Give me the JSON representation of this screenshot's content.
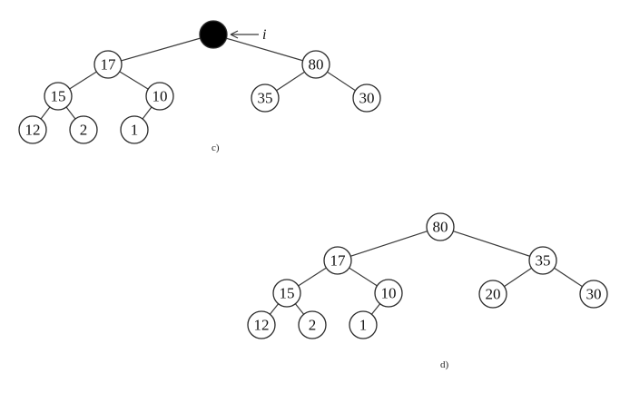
{
  "diagrams": [
    {
      "caption": "c)",
      "pointer_label": "i",
      "nodes": [
        {
          "id": "c-root",
          "label": "",
          "filled": true
        },
        {
          "id": "c-17",
          "label": "17"
        },
        {
          "id": "c-80",
          "label": "80"
        },
        {
          "id": "c-15",
          "label": "15"
        },
        {
          "id": "c-10",
          "label": "10"
        },
        {
          "id": "c-35",
          "label": "35"
        },
        {
          "id": "c-30",
          "label": "30"
        },
        {
          "id": "c-12",
          "label": "12"
        },
        {
          "id": "c-2",
          "label": "2"
        },
        {
          "id": "c-1",
          "label": "1"
        }
      ],
      "edges": [
        [
          "c-root",
          "c-17"
        ],
        [
          "c-root",
          "c-80"
        ],
        [
          "c-17",
          "c-15"
        ],
        [
          "c-17",
          "c-10"
        ],
        [
          "c-80",
          "c-35"
        ],
        [
          "c-80",
          "c-30"
        ],
        [
          "c-15",
          "c-12"
        ],
        [
          "c-15",
          "c-2"
        ],
        [
          "c-10",
          "c-1"
        ]
      ]
    },
    {
      "caption": "d)",
      "nodes": [
        {
          "id": "d-80",
          "label": "80"
        },
        {
          "id": "d-17",
          "label": "17"
        },
        {
          "id": "d-35",
          "label": "35"
        },
        {
          "id": "d-15",
          "label": "15"
        },
        {
          "id": "d-10",
          "label": "10"
        },
        {
          "id": "d-20",
          "label": "20"
        },
        {
          "id": "d-30",
          "label": "30"
        },
        {
          "id": "d-12",
          "label": "12"
        },
        {
          "id": "d-2",
          "label": "2"
        },
        {
          "id": "d-1",
          "label": "1"
        }
      ],
      "edges": [
        [
          "d-80",
          "d-17"
        ],
        [
          "d-80",
          "d-35"
        ],
        [
          "d-17",
          "d-15"
        ],
        [
          "d-17",
          "d-10"
        ],
        [
          "d-35",
          "d-20"
        ],
        [
          "d-35",
          "d-30"
        ],
        [
          "d-15",
          "d-12"
        ],
        [
          "d-15",
          "d-2"
        ],
        [
          "d-10",
          "d-1"
        ]
      ]
    }
  ]
}
